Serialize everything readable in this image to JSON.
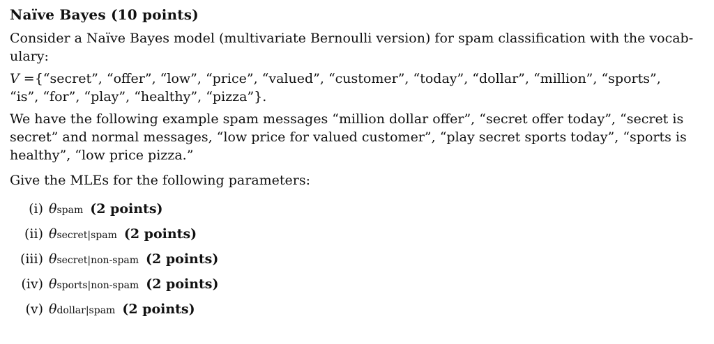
{
  "title": "Naïve Bayes (10 points)",
  "intro": {
    "line1": "Consider a Naïve Bayes model (multivariate Bernoulli version) for spam classification with the vocab-",
    "line2": "ulary:"
  },
  "vocab": {
    "symbol": "V",
    "line1_rest": " ={“secret”, “offer”, “low”, “price”, “valued”, “customer”, “today”, “dollar”, “million”, “sports”,",
    "line2": "“is”, “for”, “play”, “healthy”, “pizza”}."
  },
  "examples": {
    "line1": "We have the following example spam messages “million dollar offer”, “secret offer today”, “secret is",
    "line2": "secret” and normal messages, “low price for valued customer”, “play secret sports today”, “sports is",
    "line3": "healthy”, “low price pizza.”"
  },
  "question": "Give the MLEs for the following parameters:",
  "parameters": [
    {
      "num": "(i)",
      "symbol": "θ",
      "sub": "spam",
      "points": "(2 points)"
    },
    {
      "num": "(ii)",
      "symbol": "θ",
      "sub": "secret|spam",
      "points": "(2 points)"
    },
    {
      "num": "(iii)",
      "symbol": "θ",
      "sub": "secret|non-spam",
      "points": "(2 points)"
    },
    {
      "num": "(iv)",
      "symbol": "θ",
      "sub": "sports|non-spam",
      "points": "(2 points)"
    },
    {
      "num": "(v)",
      "symbol": "θ",
      "sub": "dollar|spam",
      "points": "(2 points)"
    }
  ]
}
